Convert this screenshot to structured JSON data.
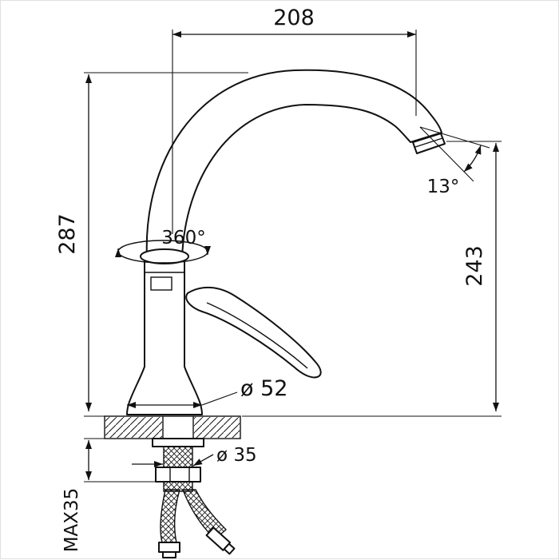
{
  "drawing": {
    "background": "#ffffff",
    "line_color": "#111111",
    "labels": {
      "top_width": "208",
      "left_height": "287",
      "right_height": "243",
      "spout_angle": "13°",
      "swivel": "360°",
      "base_diameter": "ø 52",
      "stem_diameter": "ø 35",
      "max_mount_thickness": "MAX35"
    }
  }
}
